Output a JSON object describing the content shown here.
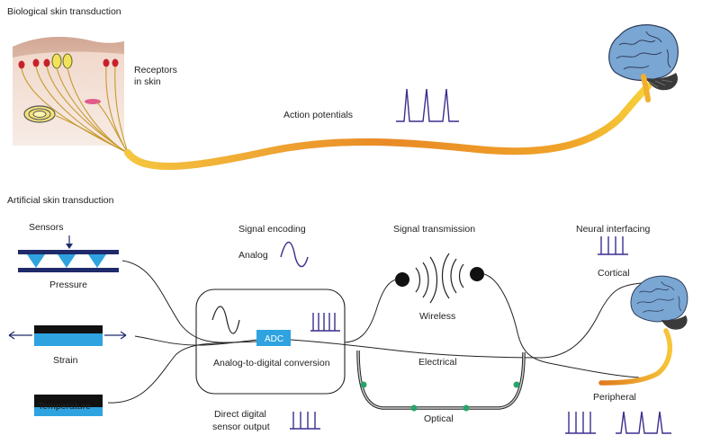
{
  "bio": {
    "title": "Biological skin transduction",
    "receptors_line1": "Receptors",
    "receptors_line2": "in skin",
    "action_potentials": "Action potentials"
  },
  "art": {
    "title": "Artificial skin transduction",
    "sensors": "Sensors",
    "pressure": "Pressure",
    "strain": "Strain",
    "temperature": "Temperature",
    "signal_encoding": "Signal encoding",
    "analog": "Analog",
    "adc": "ADC",
    "adc_conversion": "Analog-to-digital conversion",
    "direct_line1": "Direct digital",
    "direct_line2": "sensor output",
    "signal_transmission": "Signal transmission",
    "wireless": "Wireless",
    "electrical": "Electrical",
    "optical": "Optical",
    "neural_interfacing": "Neural interfacing",
    "cortical": "Cortical",
    "peripheral": "Peripheral"
  },
  "colors": {
    "nerve_start": "#f7d23a",
    "nerve_end": "#e07a1e",
    "brain": "#6a9ccb",
    "sensor_blue": "#2ea3e0",
    "plate_navy": "#1f2a6b",
    "pulse": "#3a2f8f",
    "optical_dot": "#2aa36b"
  },
  "icons": [
    "brain-icon",
    "skin-block-icon",
    "receptor-icon",
    "sensor-layer-icon",
    "waveform-icon",
    "pulse-train-icon",
    "antenna-icon"
  ]
}
